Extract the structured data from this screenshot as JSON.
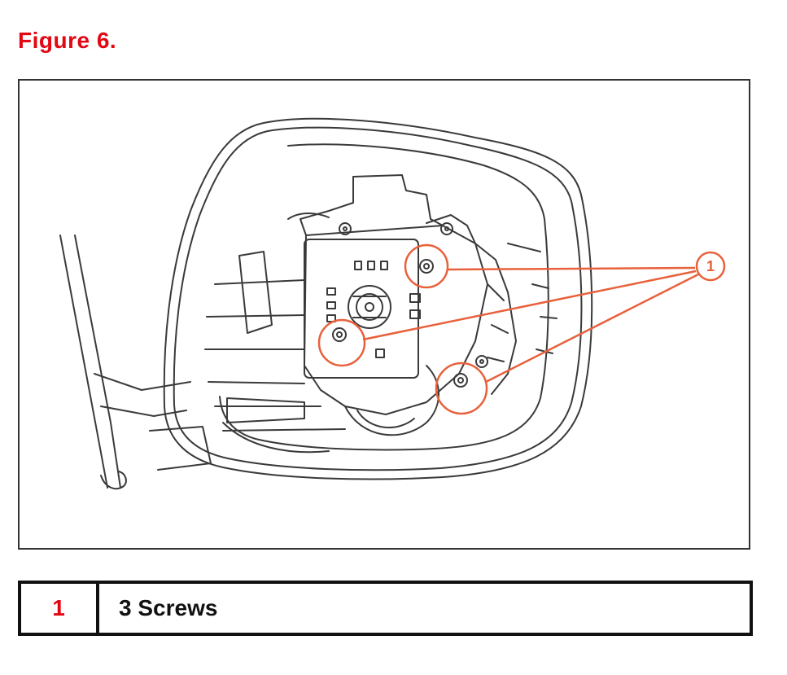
{
  "figure": {
    "title": "Figure 6."
  },
  "diagram": {
    "callout": {
      "number": "1",
      "color": "#e8613c"
    },
    "line_color": "#3a3a3a"
  },
  "legend": {
    "rows": [
      {
        "number": "1",
        "description": "3 Screws"
      }
    ]
  },
  "colors": {
    "title_red": "#e30613",
    "callout_orange": "#e8613c"
  }
}
